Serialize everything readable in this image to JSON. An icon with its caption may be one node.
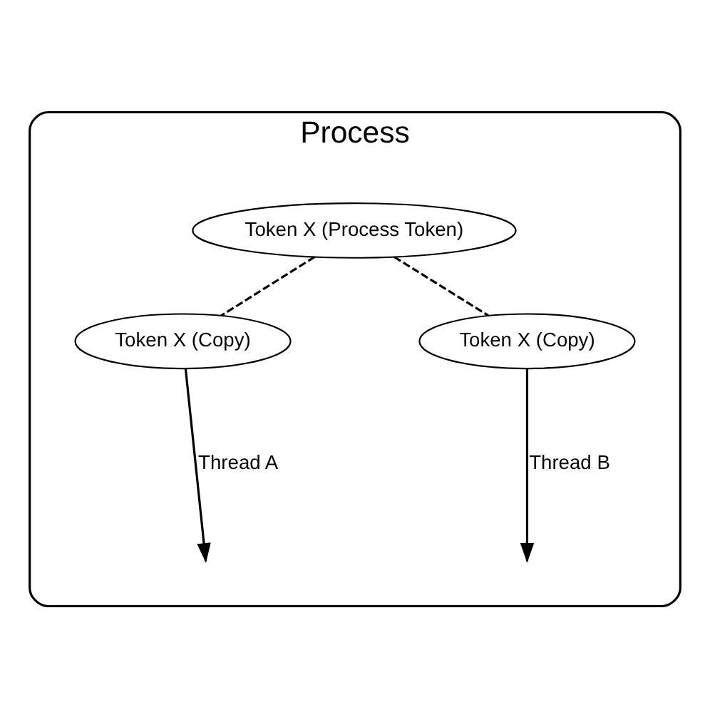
{
  "diagram": {
    "nodes": [
      {
        "text": [
          "Process"
        ]
      },
      {
        "text": [
          "Token X (Process Token)"
        ],
        "in": 0
      },
      {
        "text": [
          "Token X (Copy)"
        ],
        "in": 0
      },
      {
        "text": [
          "Token X (Copy)"
        ],
        "in": 0
      }
    ],
    "edges": [
      {
        "from": 1,
        "to": 2,
        "arrow": "none",
        "style": "dashed"
      },
      {
        "from": 1,
        "to": 3,
        "arrow": "none",
        "style": "dashed"
      },
      {
        "from": 2,
        "to": null,
        "arrow": "to",
        "label": "Thread A"
      },
      {
        "from": 3,
        "to": null,
        "arrow": "to",
        "label": "Thread B"
      }
    ]
  }
}
